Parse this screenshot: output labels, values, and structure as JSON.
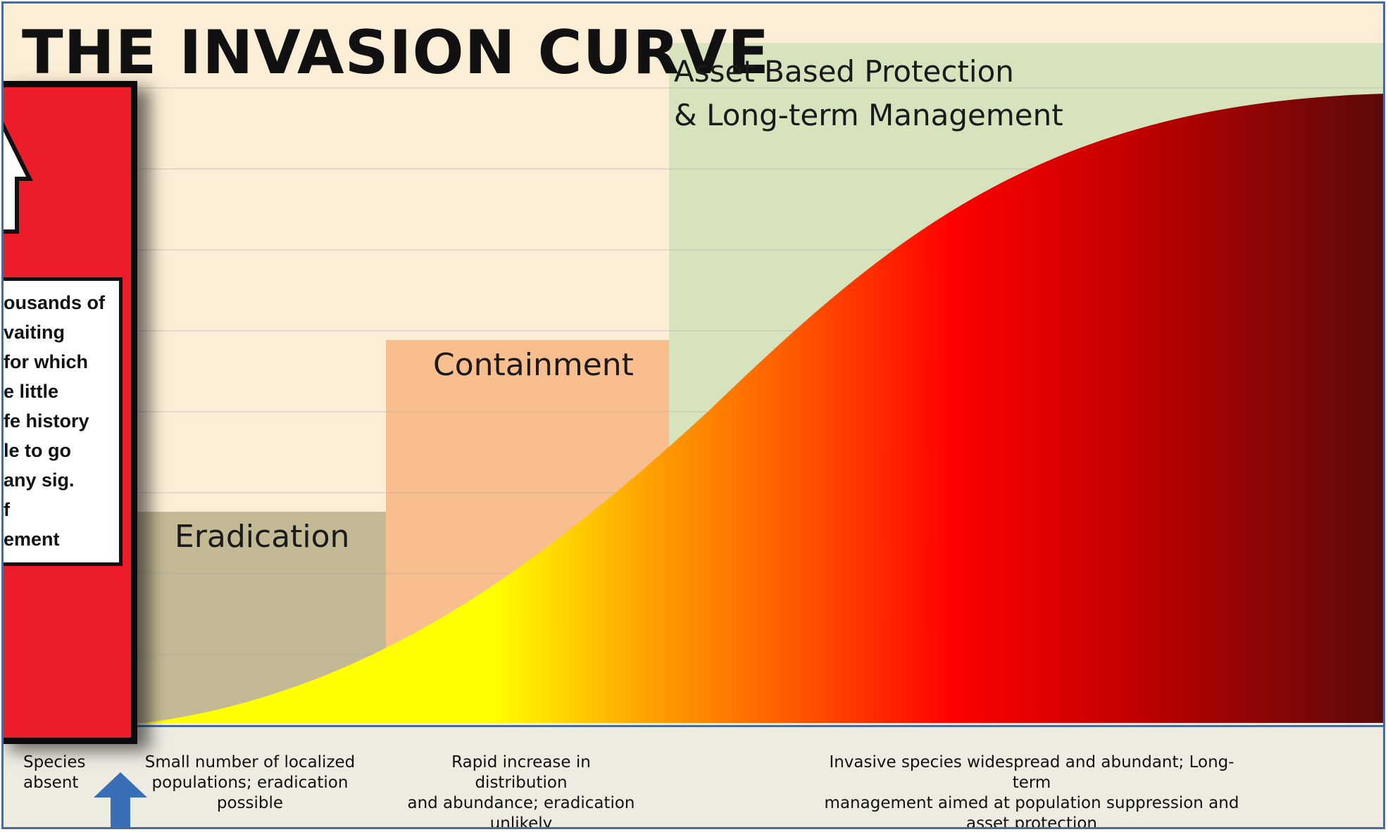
{
  "title": "THE INVASION CURVE",
  "zones": {
    "asset_line1": "Asset Based Protection",
    "asset_line2": "& Long-term Management",
    "containment": "Containment",
    "eradication": "Eradication"
  },
  "descriptions": {
    "absent_line1": "Species",
    "absent_line2": "absent",
    "eradication_line1": "Small number of localized",
    "eradication_line2": "populations; eradication",
    "eradication_line3": "possible",
    "containment_line1": "Rapid increase in distribution",
    "containment_line2": "and abundance; eradication",
    "containment_line3": "unlikely",
    "asset_line1": "Invasive species widespread and abundant; Long-term",
    "asset_line2": "management aimed at population suppression and",
    "asset_line3": "asset protection"
  },
  "card": {
    "lines": [
      "ousands of",
      "vaiting",
      "for which",
      "e little",
      "fe history",
      "le to go",
      "any sig.",
      "f",
      "ement"
    ]
  },
  "colors": {
    "frame_border": "#4a6c94",
    "background": "#fbeed6",
    "eradication_zone": "#c3b995",
    "containment_zone": "#f8be8e",
    "asset_zone": "#d6e3bd",
    "card_red": "#ec1c2b",
    "curve_gradient": [
      "#ffff00",
      "#ffa500",
      "#ff5a00",
      "#ff0000",
      "#c00000",
      "#5a0a0a"
    ],
    "arrow_blue": "#3a6fb5"
  },
  "icons": {
    "card_arrow": "up-arrow-icon",
    "bottom_arrow": "up-arrow-icon"
  }
}
